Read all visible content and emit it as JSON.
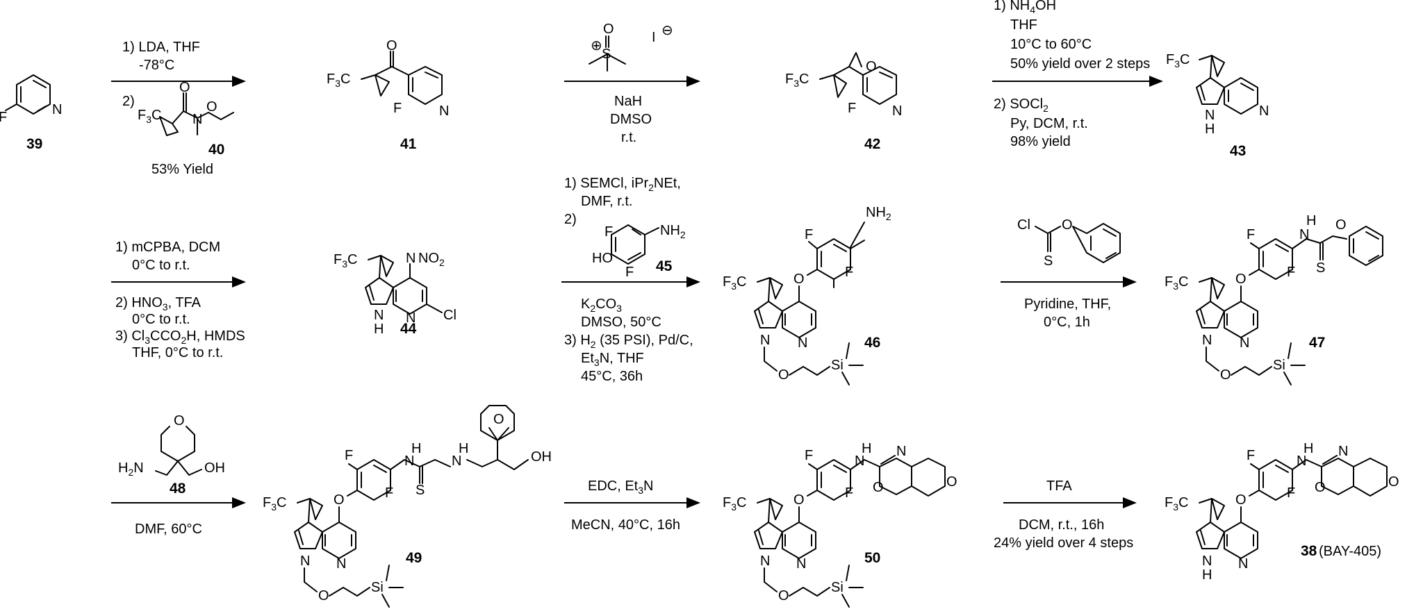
{
  "compounds": {
    "c39": "39",
    "c40": "40",
    "c41": "41",
    "c42": "42",
    "c43": "43",
    "c44": "44",
    "c45": "45",
    "c46": "46",
    "c47": "47",
    "c48": "48",
    "c49": "49",
    "c50": "50",
    "c38": "38",
    "c38_name": "(BAY-405)"
  },
  "steps": {
    "s1": {
      "l1": "1) LDA, THF",
      "l2": "-78°C",
      "l3": "2)",
      "yield": "53% Yield"
    },
    "s2": {
      "base": "NaH",
      "solvent": "DMSO",
      "temp": "r.t."
    },
    "s3": {
      "l1a": "1) NH",
      "l1sub": "4",
      "l1b": "OH",
      "l2": "THF",
      "l3": "10°C to 60°C",
      "l4": "50% yield over 2 steps",
      "l5a": "2) SOCl",
      "l5sub": "2",
      "l6": "Py, DCM, r.t.",
      "l7": "98% yield"
    },
    "s4": {
      "l1": "1) mCPBA, DCM",
      "l2": "0°C to r.t.",
      "l3a": "2) HNO",
      "l3sub": "3",
      "l3b": ", TFA",
      "l4": "0°C to r.t.",
      "l5a": "3) Cl",
      "l5sub": "3",
      "l5b": "CCO",
      "l5sub2": "2",
      "l5c": "H, HMDS",
      "l6": "THF, 0°C to r.t."
    },
    "s5": {
      "l1": "1) SEMCl, iPr",
      "l1sub": "2",
      "l1b": "NEt,",
      "l2": "DMF, r.t.",
      "l3": "2)",
      "l4a": "K",
      "l4sub": "2",
      "l4b": "CO",
      "l4sub2": "3",
      "l5": "DMSO, 50°C",
      "l6a": "3) H",
      "l6sub": "2",
      "l6b": " (35 PSI), Pd/C,",
      "l7a": "Et",
      "l7sub": "3",
      "l7b": "N, THF",
      "l8": "45°C, 36h"
    },
    "s6": {
      "l1": "Pyridine, THF,",
      "l2": "0°C, 1h"
    },
    "s7": {
      "l1": "DMF, 60°C"
    },
    "s8": {
      "l1a": "EDC, Et",
      "l1sub": "3",
      "l1b": "N",
      "l2": "MeCN, 40°C, 16h"
    },
    "s9": {
      "l1": "TFA",
      "l2": "DCM, r.t., 16h",
      "l3": "24% yield over 4 steps"
    }
  },
  "atoms": {
    "F": "F",
    "N": "N",
    "O": "O",
    "S": "S",
    "Cl": "Cl",
    "H": "H",
    "NH": "NH",
    "HO": "HO",
    "I": "I",
    "Si": "Si",
    "F3C": "F",
    "F3Csub": "3",
    "F3Cc": "C",
    "NH2": "NH",
    "NH2sub": "2",
    "NO2": "NO",
    "NO2sub": "2",
    "H2N": "H",
    "H2Nsub": "2",
    "H2Nn": "N",
    "OH": "OH",
    "plus": "⊕",
    "minus": "⊖"
  }
}
